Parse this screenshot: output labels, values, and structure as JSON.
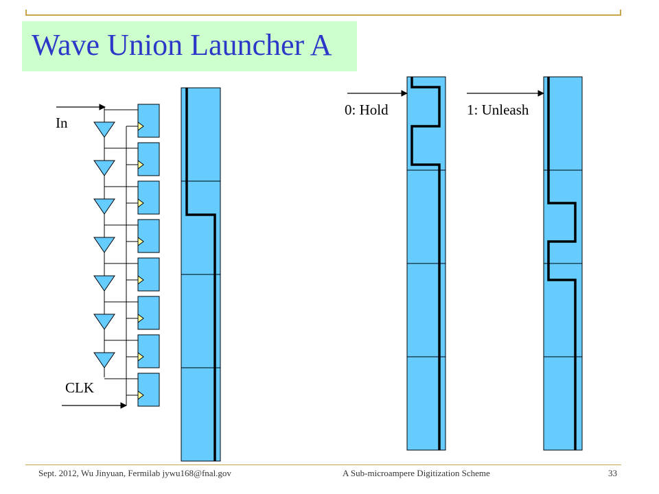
{
  "slide": {
    "title": "Wave Union Launcher A",
    "page_number": "33"
  },
  "footer": {
    "left": "Sept. 2012, Wu Jinyuan, Fermilab jywu168@fnal.gov",
    "center": "A Sub-microampere Digitization Scheme"
  },
  "diagram": {
    "input_label": "In",
    "clock_label": "CLK",
    "hold_label": "0: Hold",
    "unleash_label": "1: Unleash"
  },
  "colors": {
    "accent_line": "#c9a54a",
    "title_bg": "#ccffcc",
    "title_text": "#2d38c8",
    "block_fill": "#66ccff",
    "marker_fill": "#ffff99"
  }
}
